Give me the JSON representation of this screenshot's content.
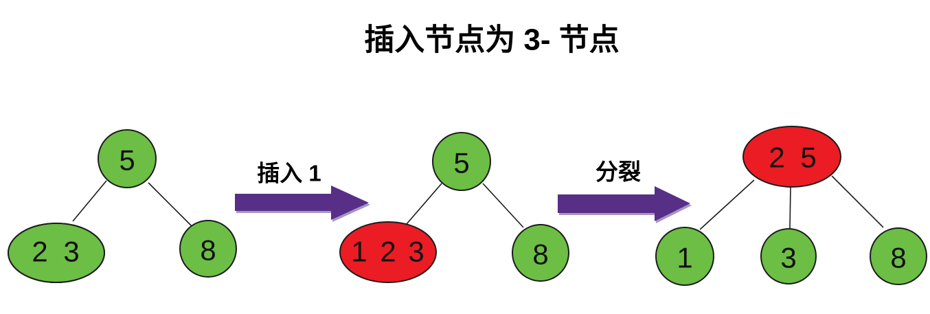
{
  "title": "插入节点为 3- 节点",
  "colors": {
    "node_green": "#6cbe45",
    "node_red": "#ec1c24",
    "arrow_purple": "#582f87",
    "arrow_highlight": "#a795c9"
  },
  "arrows": [
    {
      "label": "插入 1"
    },
    {
      "label": "分裂"
    }
  ],
  "trees": [
    {
      "step": "before-insert",
      "nodes": [
        {
          "role": "root",
          "keys": [
            "5"
          ]
        },
        {
          "role": "left-child",
          "keys": [
            "2",
            "3"
          ]
        },
        {
          "role": "right-child",
          "keys": [
            "8"
          ]
        }
      ]
    },
    {
      "step": "after-insert-overflow",
      "nodes": [
        {
          "role": "root",
          "keys": [
            "5"
          ]
        },
        {
          "role": "left-child",
          "keys": [
            "1",
            "2",
            "3"
          ]
        },
        {
          "role": "right-child",
          "keys": [
            "8"
          ]
        }
      ]
    },
    {
      "step": "after-split",
      "nodes": [
        {
          "role": "root",
          "keys": [
            "2",
            "5"
          ]
        },
        {
          "role": "left-child",
          "keys": [
            "1"
          ]
        },
        {
          "role": "middle-child",
          "keys": [
            "3"
          ]
        },
        {
          "role": "right-child",
          "keys": [
            "8"
          ]
        }
      ]
    }
  ]
}
